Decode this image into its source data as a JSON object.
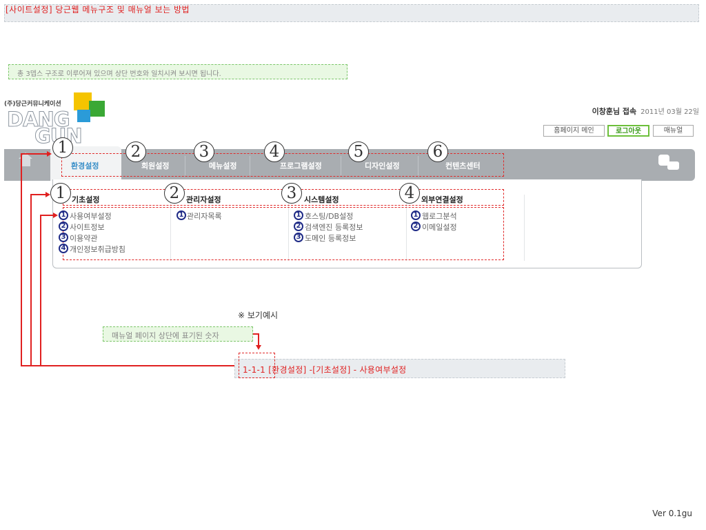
{
  "page_title": "[사이트설정] 당근웹 메뉴구조 및 매뉴얼 보는 방법",
  "intro_note": "총 3뎁스 구조로 이루어져 있으며 상단 번호와 일치시켜 보시면 됩니다.",
  "logo": {
    "company": "(주)당근커뮤니케이션",
    "line1": "DANG",
    "line2": "GUN"
  },
  "user_info": {
    "greeting": "이창훈님 접속",
    "date": "2011년 03월 22일"
  },
  "header_buttons": {
    "home": "홈페이지 메인",
    "logout": "로그아웃",
    "manual": "매뉴얼"
  },
  "tabs": [
    {
      "num": "1",
      "label": "환경설정",
      "active": true
    },
    {
      "num": "2",
      "label": "회원설정"
    },
    {
      "num": "3",
      "label": "메뉴설정"
    },
    {
      "num": "4",
      "label": "프로그램설정"
    },
    {
      "num": "5",
      "label": "디자인설정"
    },
    {
      "num": "6",
      "label": "컨텐츠센터"
    }
  ],
  "columns": [
    {
      "num": "1",
      "title": "기초설정",
      "items": [
        {
          "num": "1",
          "label": "사용여부설정"
        },
        {
          "num": "2",
          "label": "사이트정보"
        },
        {
          "num": "3",
          "label": "이용약관"
        },
        {
          "num": "4",
          "label": "개인정보취급방침"
        }
      ]
    },
    {
      "num": "2",
      "title": "관리자설정",
      "items": [
        {
          "num": "1",
          "label": "관리자목록"
        }
      ]
    },
    {
      "num": "3",
      "title": "시스템설정",
      "items": [
        {
          "num": "1",
          "label": "호스팅/DB설정"
        },
        {
          "num": "2",
          "label": "검색엔진 등록정보"
        },
        {
          "num": "3",
          "label": "도메인 등록정보"
        }
      ]
    },
    {
      "num": "4",
      "title": "외부연결설정",
      "items": [
        {
          "num": "1",
          "label": "웹로그분석"
        },
        {
          "num": "2",
          "label": "이메일설정"
        }
      ]
    }
  ],
  "example": {
    "label": "※ 보기예시",
    "note": "매뉴얼 페이지 상단에 표기된 숫자",
    "code": "1-1-1",
    "path": "[환경설정] -[기초설정] - 사용여부설정"
  },
  "version": "Ver 0.1gu",
  "colors": {
    "accent_red": "#e02020",
    "note_green": "#7cc66a",
    "active_tab_text": "#3a8fc8",
    "nav_gray": "#a9adb1"
  }
}
